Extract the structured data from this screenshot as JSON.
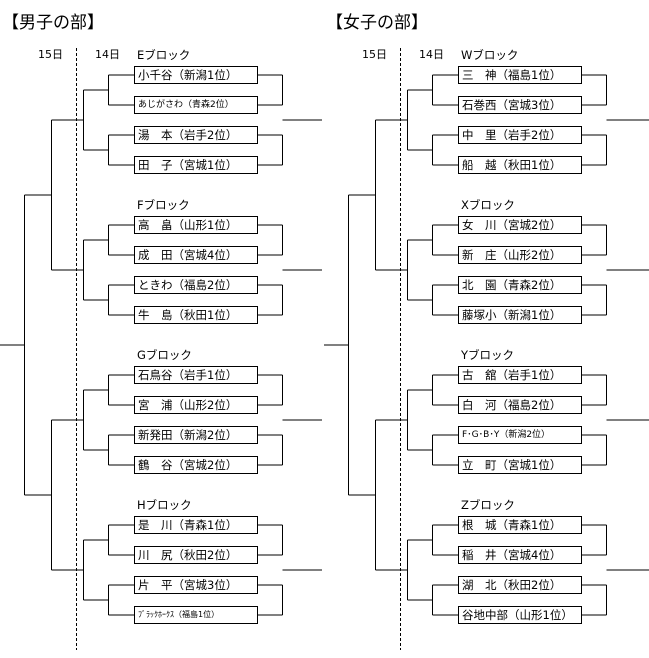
{
  "men": {
    "title": "【男子の部】",
    "day1": "15日",
    "day2": "14日",
    "blocks": [
      {
        "label": "Eブロック",
        "teams": [
          "小千谷（新潟1位）",
          "あじがさわ（青森2位）",
          "湯　本（岩手2位）",
          "田　子（宮城1位）"
        ]
      },
      {
        "label": "Fブロック",
        "teams": [
          "高　畠（山形1位）",
          "成　田（宮城4位）",
          "ときわ（福島2位）",
          "牛　島（秋田1位）"
        ]
      },
      {
        "label": "Gブロック",
        "teams": [
          "石鳥谷（岩手1位）",
          "宮　浦（山形2位）",
          "新発田（新潟2位）",
          "鶴　谷（宮城2位）"
        ]
      },
      {
        "label": "Hブロック",
        "teams": [
          "是　川（青森1位）",
          "川　尻（秋田2位）",
          "片　平（宮城3位）",
          "ﾌﾞﾗｯｸﾎｰｸｽ（福島1位）"
        ]
      }
    ]
  },
  "women": {
    "title": "【女子の部】",
    "day1": "15日",
    "day2": "14日",
    "blocks": [
      {
        "label": "Wブロック",
        "teams": [
          "三　神（福島1位）",
          "石巻西（宮城3位）",
          "中　里（岩手2位）",
          "船　越（秋田1位）"
        ]
      },
      {
        "label": "Xブロック",
        "teams": [
          "女　川（宮城2位）",
          "新　庄（山形2位）",
          "北　園（青森2位）",
          "藤塚小（新潟1位）"
        ]
      },
      {
        "label": "Yブロック",
        "teams": [
          "古　舘（岩手1位）",
          "白　河（福島2位）",
          "F･G･B･Y（新潟2位）",
          "立　町（宮城1位）"
        ]
      },
      {
        "label": "Zブロック",
        "teams": [
          "根　城（青森1位）",
          "稲　井（宮城4位）",
          "湖　北（秋田2位）",
          "谷地中部（山形1位）"
        ]
      }
    ]
  }
}
